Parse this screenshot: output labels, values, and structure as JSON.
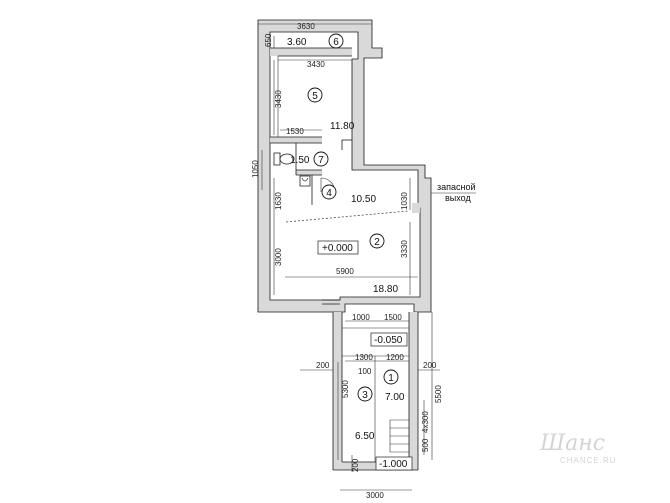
{
  "rooms": [
    {
      "number": "1",
      "area": "7.00"
    },
    {
      "number": "2",
      "area": "18.80"
    },
    {
      "number": "3",
      "area": "6.50"
    },
    {
      "number": "4",
      "area": "10.50"
    },
    {
      "number": "5",
      "area": "11.80"
    },
    {
      "number": "6",
      "area": "3.60"
    },
    {
      "number": "7",
      "area": "1.50"
    }
  ],
  "levels": {
    "main": "+0.000",
    "landing": "-0.050",
    "bottom": "-1.000"
  },
  "dimensions": {
    "top_width": "3630",
    "room5_width": "3430",
    "room6_depth": "650",
    "room5_depth": "3430",
    "room7_width": "1530",
    "left_1050": "1050",
    "room4_depth": "1630",
    "room4_right": "1030",
    "room2_depth_left": "3000",
    "room2_depth_right": "3330",
    "room2_width": "5900",
    "stair_1000": "1000",
    "stair_1500": "1500",
    "stair_1300": "1300",
    "stair_1200": "1200",
    "stair_100": "100",
    "stair_200_left": "200",
    "stair_200_right": "200",
    "stair_5300": "5300",
    "stair_5500": "5500",
    "steps": "4x300",
    "stair_500": "500",
    "stair_200_bottom": "200",
    "bottom_width": "3000"
  },
  "exit_label": [
    "запасной",
    "выход"
  ],
  "watermark": {
    "logo": "Шанс",
    "site": "CHANCE.RU"
  }
}
